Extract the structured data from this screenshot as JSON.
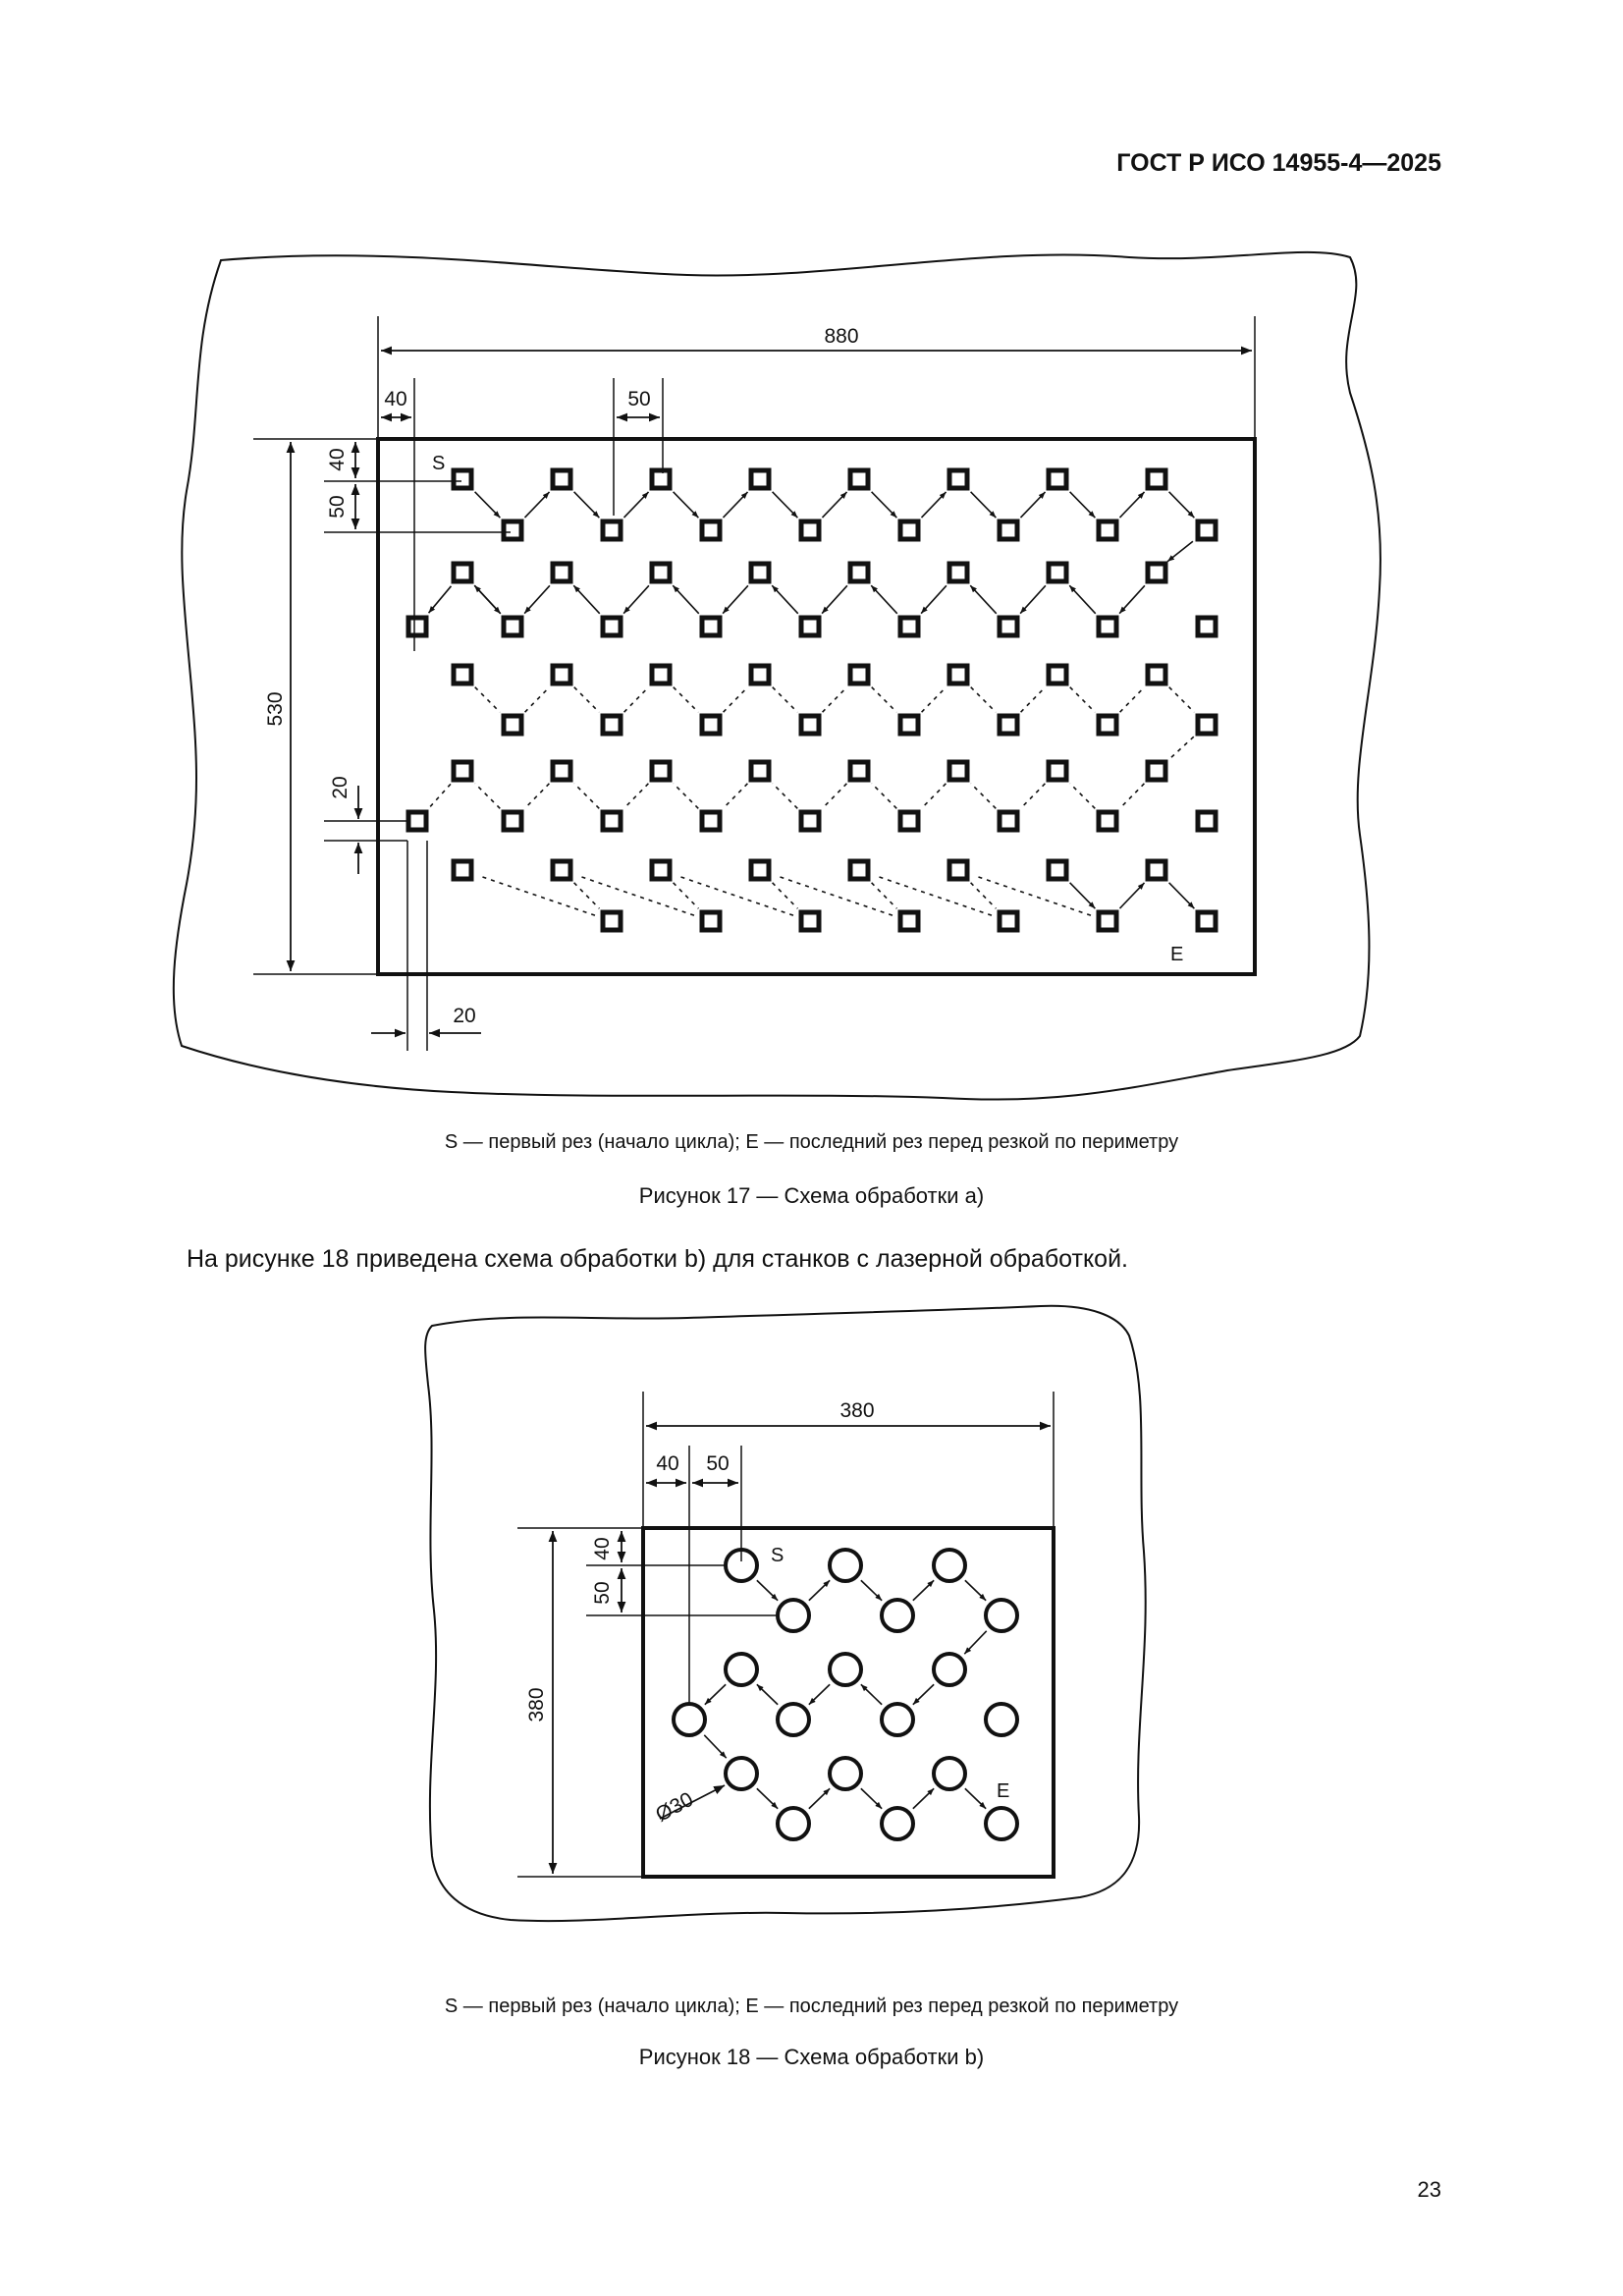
{
  "header": {
    "doc_id": "ГОСТ Р ИСО 14955-4—2025"
  },
  "figure17": {
    "dims": {
      "width": "880",
      "left_margin": "40",
      "pitch_x": "50",
      "height": "530",
      "top_margin": "40",
      "pitch_y": "50",
      "hole_h": "20",
      "hole_w": "20"
    },
    "start_label": "S",
    "end_label": "E",
    "note": "S — первый рез (начало цикла); E — последний рез перед резкой по периметру",
    "caption": "Рисунок 17 — Схема обработки a)"
  },
  "paragraph": "На рисунке 18 приведена схема обработки b) для станков с лазерной обработкой.",
  "figure18": {
    "dims": {
      "width": "380",
      "left_margin": "40",
      "pitch_x": "50",
      "height": "380",
      "top_margin": "40",
      "pitch_y": "50",
      "diameter": "Ø30"
    },
    "start_label": "S",
    "end_label": "E",
    "note": "S — первый рез (начало цикла); E — последний рез перед резкой по периметру",
    "caption": "Рисунок 18 — Схема обработки b)"
  },
  "page_number": "23"
}
